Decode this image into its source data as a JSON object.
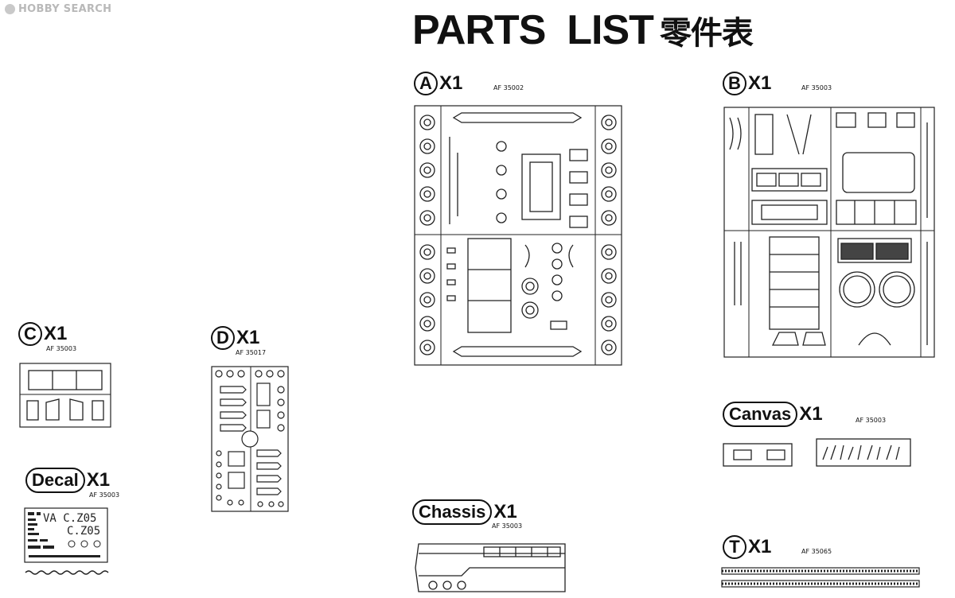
{
  "watermark": {
    "text": "HOBBY SEARCH"
  },
  "title": {
    "main": "PARTS  LIST",
    "cjk": "零件表"
  },
  "parts": {
    "A": {
      "letter": "A",
      "qty": "X1",
      "code": "AF 35002"
    },
    "B": {
      "letter": "B",
      "qty": "X1",
      "code": "AF 35003"
    },
    "C": {
      "letter": "C",
      "qty": "X1",
      "code": "AF 35003"
    },
    "D": {
      "letter": "D",
      "qty": "X1",
      "code": "AF 35017"
    },
    "Decal": {
      "label": "Decal",
      "qty": "X1",
      "code": "AF 35003"
    },
    "Canvas": {
      "label": "Canvas",
      "qty": "X1",
      "code": "AF 35003"
    },
    "Chassis": {
      "label": "Chassis",
      "qty": "X1",
      "code": "AF 35003"
    },
    "T": {
      "letter": "T",
      "qty": "X1",
      "code": "AF 35065"
    }
  },
  "decal_text": {
    "line1": "VA C.Z05",
    "line2": "C.Z05"
  },
  "icons": {
    "watermark_logo": "hobby-search-logo-icon"
  }
}
